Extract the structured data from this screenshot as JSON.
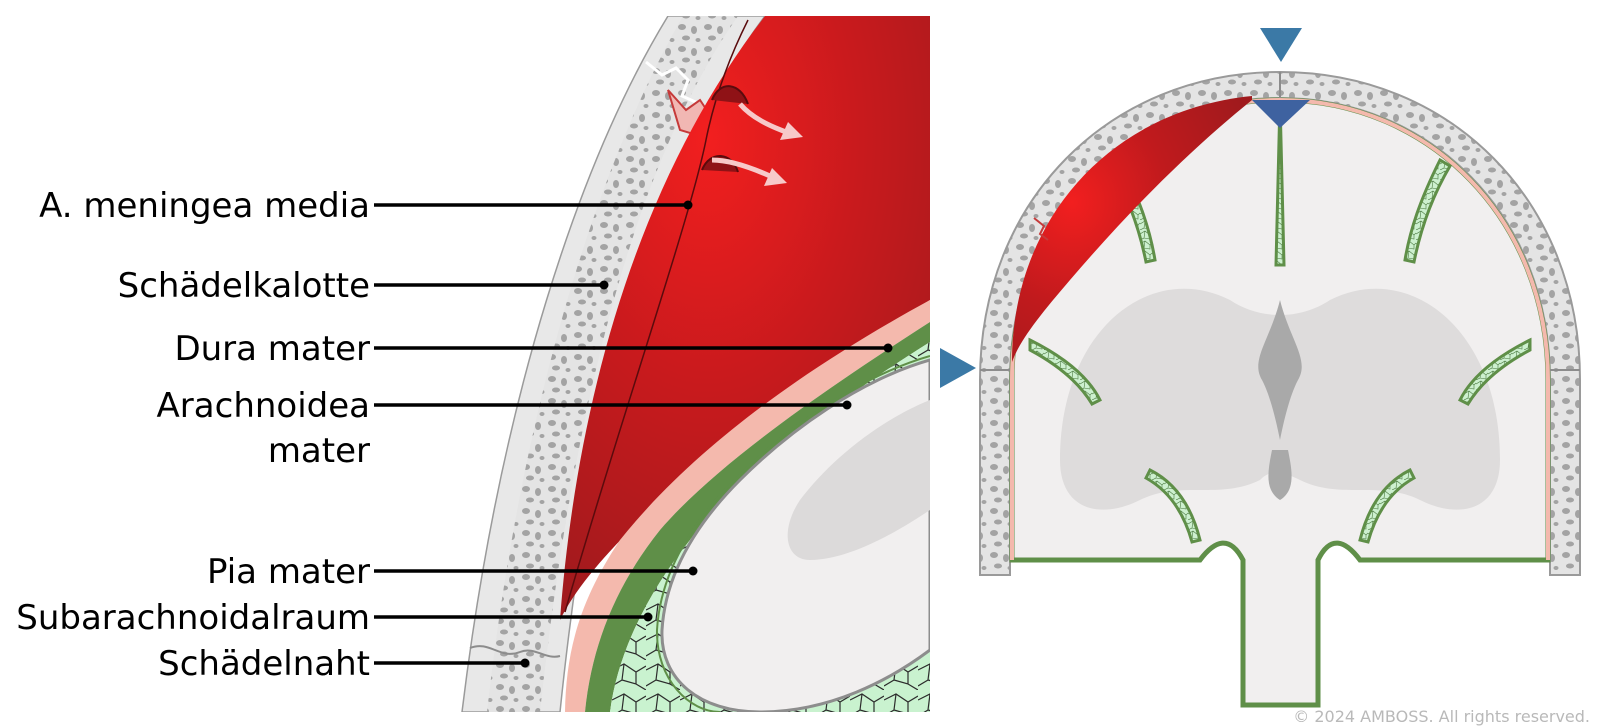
{
  "labels": {
    "a_meningea_media": "A. meningea media",
    "schaedelkalotte": "Schädelkalotte",
    "dura_mater": "Dura mater",
    "arachnoidea_line1": "Arachnoidea",
    "arachnoidea_line2": "mater",
    "pia_mater": "Pia mater",
    "subarachnoidalraum": "Subarachnoidalraum",
    "schaedelnaht": "Schädelnaht"
  },
  "copyright": "© 2024 AMBOSS. All rights reserved.",
  "colors": {
    "hematoma": "#b01a1e",
    "hematoma_glow": "#f21f1f",
    "bone": "#e6e6e6",
    "bone_pores": "#9e9e9e",
    "dura": "#f4b9ad",
    "arachnoid": "#5f8f48",
    "subarachnoid": "#c9f2cf",
    "brain": "#f1efef",
    "white_matter": "#dcdada",
    "marker": "#3b79a6",
    "sinus": "#3e62a0"
  },
  "icons": [
    "arrow-down-marker-icon",
    "arrow-right-marker-icon",
    "blood-flow-arrow-icon"
  ]
}
